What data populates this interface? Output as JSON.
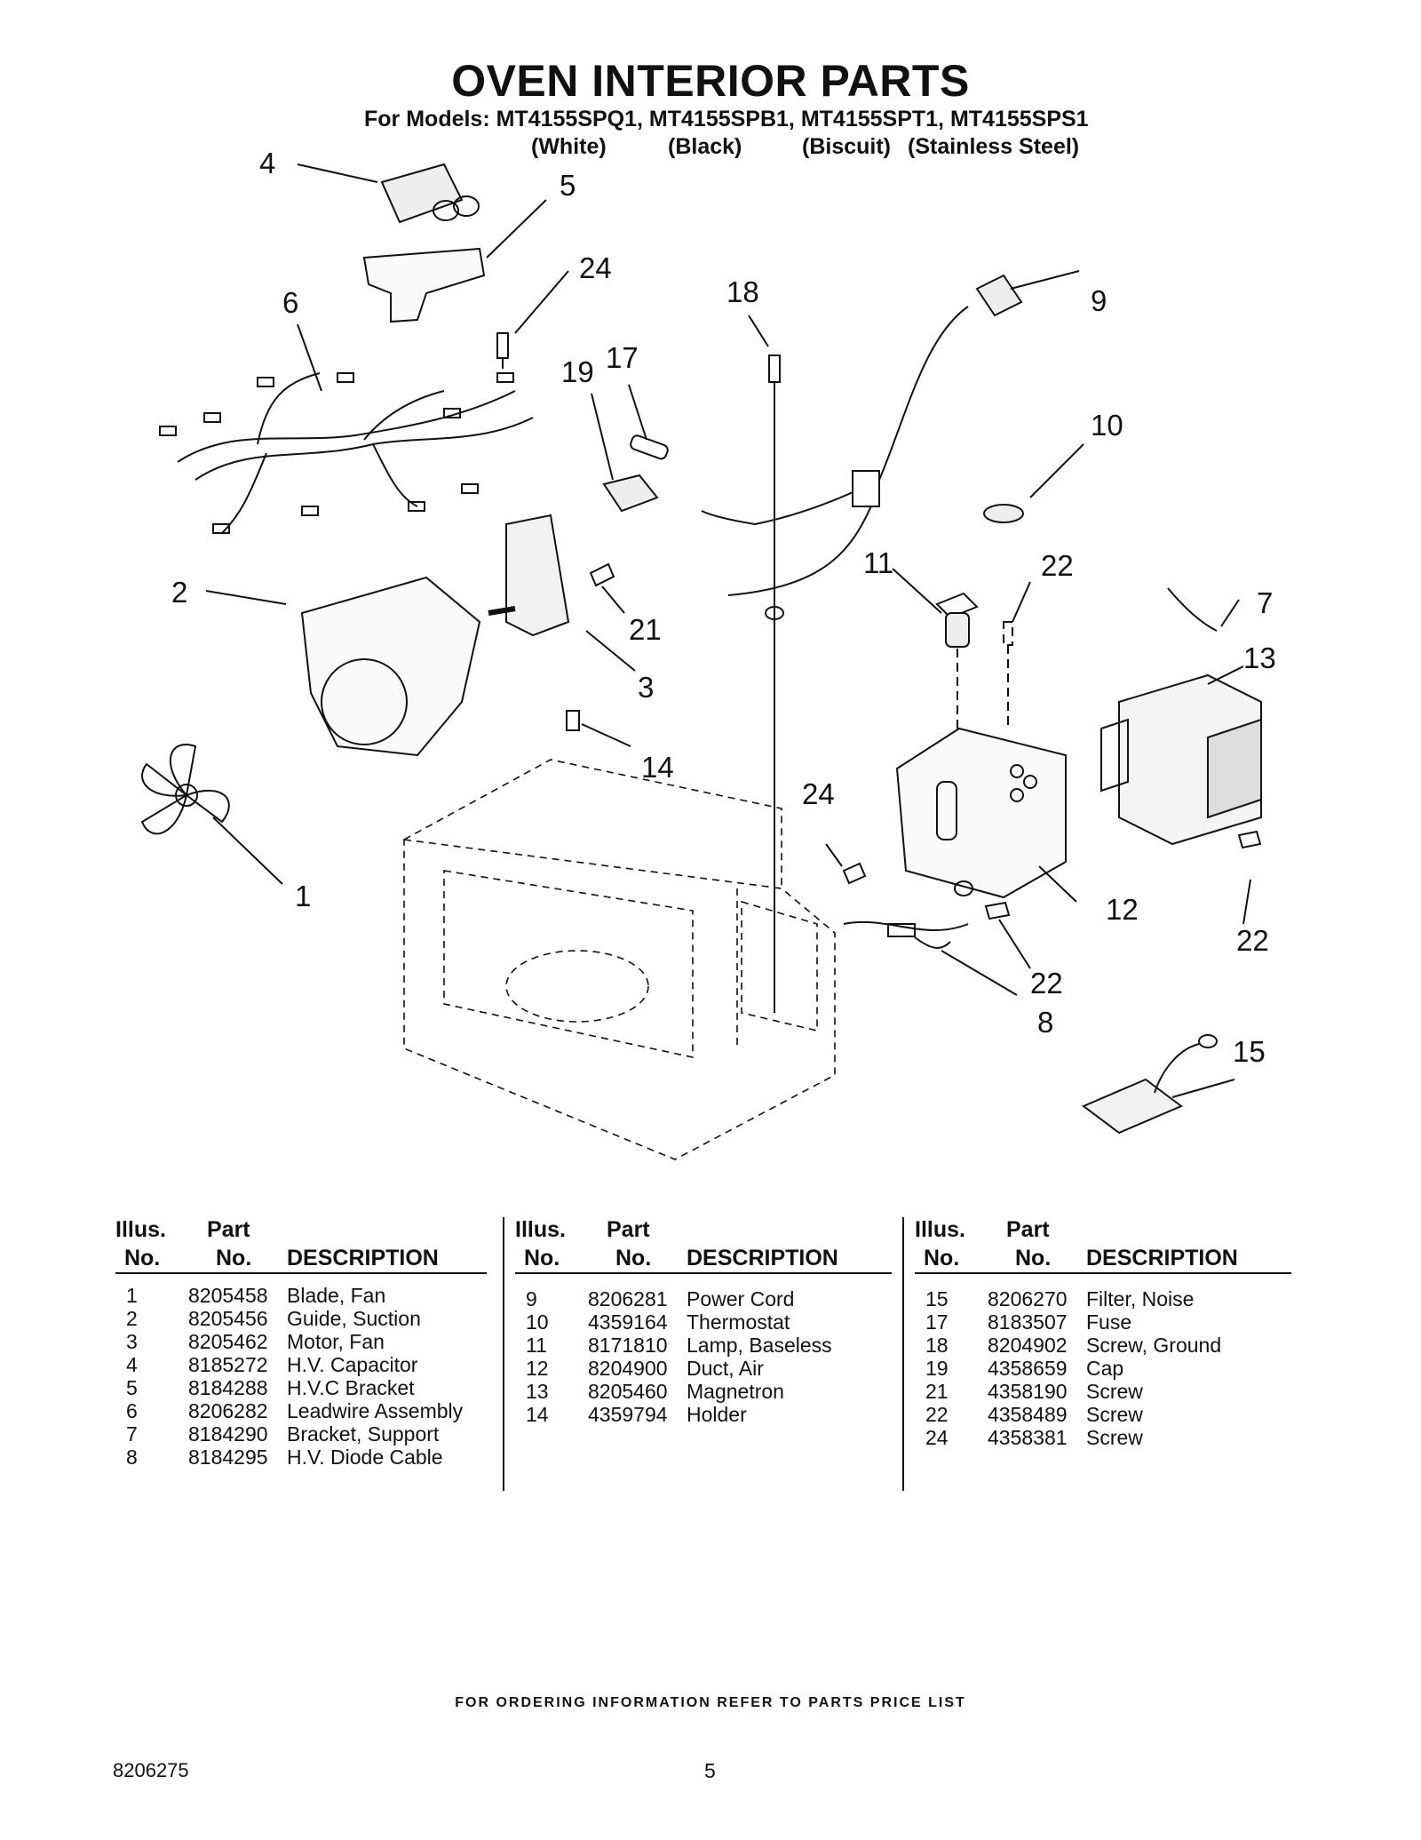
{
  "title": "OVEN INTERIOR PARTS",
  "models_line": "For Models: MT4155SPQ1, MT4155SPB1, MT4155SPT1, MT4155SPS1",
  "model_colors": [
    "(White)",
    "(Black)",
    "(Biscuit)",
    "(Stainless Steel)"
  ],
  "callouts": [
    "4",
    "5",
    "24",
    "6",
    "18",
    "9",
    "19",
    "17",
    "10",
    "11",
    "22",
    "7",
    "13",
    "2",
    "21",
    "3",
    "14",
    "24",
    "1",
    "12",
    "22",
    "22",
    "8",
    "15"
  ],
  "table_headers": {
    "illus_top": "Illus.",
    "illus_bottom": "No.",
    "part_top": "Part",
    "part_bottom": "No.",
    "description": "DESCRIPTION"
  },
  "parts_columns": [
    [
      {
        "illus": "1",
        "part": "8205458",
        "desc": "Blade, Fan"
      },
      {
        "illus": "2",
        "part": "8205456",
        "desc": "Guide, Suction"
      },
      {
        "illus": "3",
        "part": "8205462",
        "desc": "Motor, Fan"
      },
      {
        "illus": "4",
        "part": "8185272",
        "desc": "H.V. Capacitor"
      },
      {
        "illus": "5",
        "part": "8184288",
        "desc": "H.V.C Bracket"
      },
      {
        "illus": "6",
        "part": "8206282",
        "desc": "Leadwire Assembly"
      },
      {
        "illus": "7",
        "part": "8184290",
        "desc": "Bracket, Support"
      },
      {
        "illus": "8",
        "part": "8184295",
        "desc": "H.V. Diode Cable"
      }
    ],
    [
      {
        "illus": "9",
        "part": "8206281",
        "desc": "Power Cord"
      },
      {
        "illus": "10",
        "part": "4359164",
        "desc": "Thermostat"
      },
      {
        "illus": "11",
        "part": "8171810",
        "desc": "Lamp, Baseless"
      },
      {
        "illus": "12",
        "part": "8204900",
        "desc": "Duct, Air"
      },
      {
        "illus": "13",
        "part": "8205460",
        "desc": "Magnetron"
      },
      {
        "illus": "14",
        "part": "4359794",
        "desc": "Holder"
      }
    ],
    [
      {
        "illus": "15",
        "part": "8206270",
        "desc": "Filter, Noise"
      },
      {
        "illus": "17",
        "part": "8183507",
        "desc": "Fuse"
      },
      {
        "illus": "18",
        "part": "8204902",
        "desc": "Screw, Ground"
      },
      {
        "illus": "19",
        "part": "4358659",
        "desc": "Cap"
      },
      {
        "illus": "21",
        "part": "4358190",
        "desc": "Screw"
      },
      {
        "illus": "22",
        "part": "4358489",
        "desc": "Screw"
      },
      {
        "illus": "24",
        "part": "4358381",
        "desc": "Screw"
      }
    ]
  ],
  "footer_note": "FOR ORDERING INFORMATION REFER TO PARTS PRICE LIST",
  "doc_number": "8206275",
  "page_number": "5"
}
